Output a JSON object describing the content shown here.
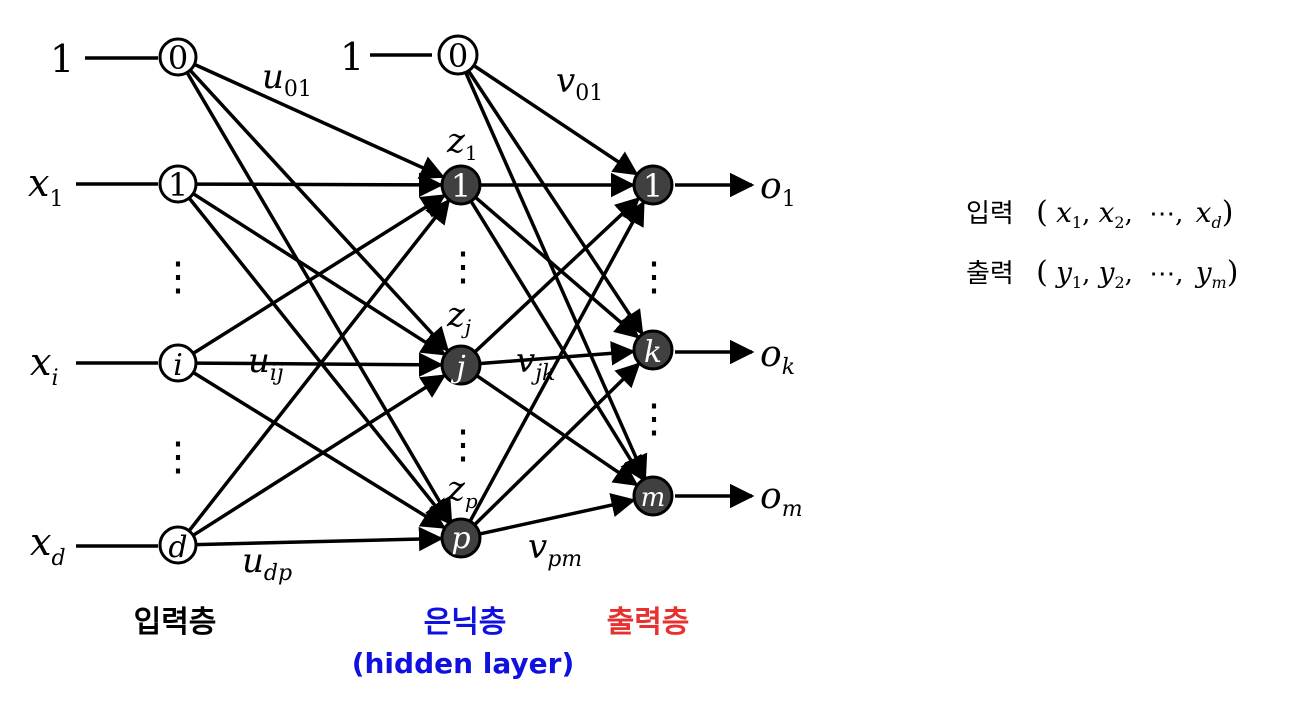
{
  "inputs": {
    "bias": "1",
    "x1_base": "x",
    "x1_sub": "1",
    "xi_base": "x",
    "xi_sub": "i",
    "xd_base": "x",
    "xd_sub": "d"
  },
  "input_nodes": {
    "n0": "0",
    "n1": "1",
    "ni": "i",
    "nd": "d"
  },
  "hidden": {
    "bias": "1",
    "n0": "0",
    "n1": "1",
    "nj": "j",
    "np": "p",
    "z1_base": "z",
    "z1_sub": "1",
    "zj_base": "z",
    "zj_sub": "j",
    "zp_base": "z",
    "zp_sub": "p"
  },
  "output_nodes": {
    "n1": "1",
    "nk": "k",
    "nm": "m"
  },
  "outputs": {
    "o1_base": "o",
    "o1_sub": "1",
    "ok_base": "o",
    "ok_sub": "k",
    "om_base": "o",
    "om_sub": "m"
  },
  "weights": {
    "u01_base": "u",
    "u01_sub": "01",
    "uij_base": "u",
    "uij_sub": "ij",
    "udp_base": "u",
    "udp_sub": "dp",
    "v01_base": "v",
    "v01_sub": "01",
    "vjk_base": "v",
    "vjk_sub": "jk",
    "vpm_base": "v",
    "vpm_sub": "pm"
  },
  "vertical_dots": "⋮",
  "layers": {
    "input": "입력층",
    "hidden": "은닉층",
    "hidden_en": "(hidden layer)",
    "output": "출력층"
  },
  "equations": {
    "input_label": "입력",
    "input_open": "(",
    "input_x1_base": "x",
    "input_x1_sub": "1",
    "input_x2_base": "x",
    "input_x2_sub": "2",
    "input_xd_base": "x",
    "input_xd_sub": "d",
    "ellipsis": "⋯",
    "comma": ",",
    "input_close": ")",
    "output_label": "출력",
    "output_open": "(",
    "output_y1_base": "y",
    "output_y1_sub": "1",
    "output_y2_base": "y",
    "output_y2_sub": "2",
    "output_ym_base": "y",
    "output_ym_sub": "m",
    "output_close": ")"
  },
  "colors": {
    "line": "#000000",
    "node_dark": "#404040",
    "node_light": "#ffffff",
    "hidden_label": "#1010e0",
    "output_label": "#e83030"
  }
}
